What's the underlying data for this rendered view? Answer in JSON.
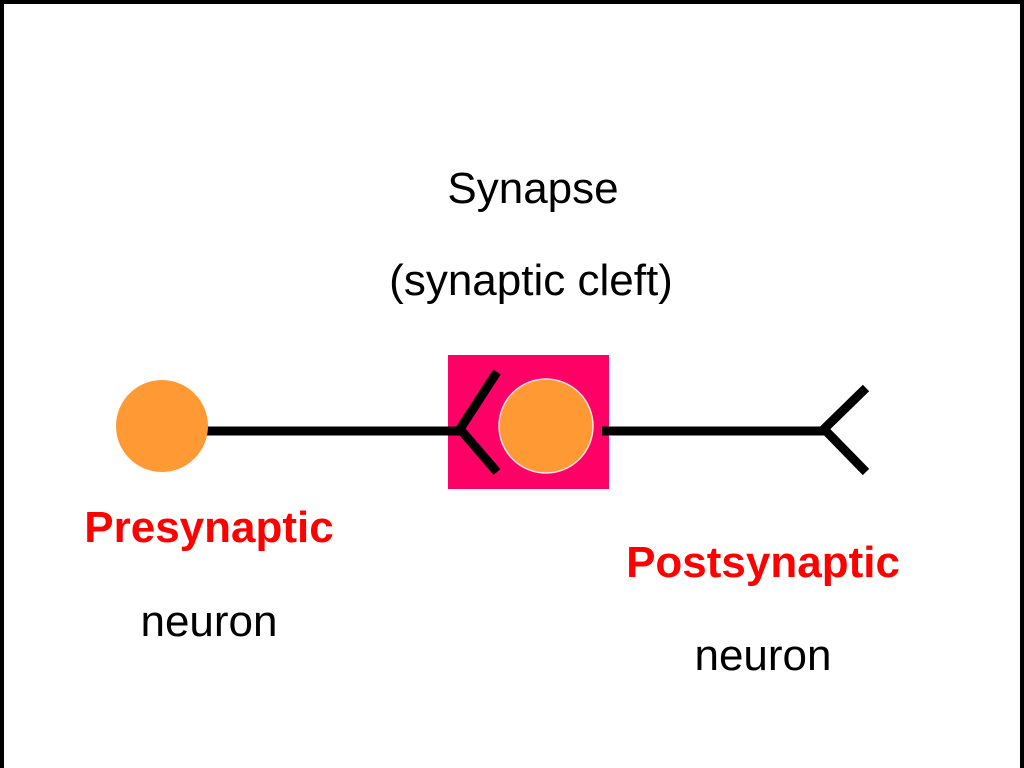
{
  "synapse": {
    "title": "Synapse",
    "subtitle": "(synaptic cleft)"
  },
  "presynaptic": {
    "role": "Presynaptic",
    "noun": "neuron"
  },
  "postsynaptic": {
    "role": "Postsynaptic",
    "noun": "neuron"
  },
  "colors": {
    "neuron_body": "#ff9933",
    "cleft_highlight": "#ff0066",
    "role_text": "#ff0000",
    "axon": "#000000"
  }
}
